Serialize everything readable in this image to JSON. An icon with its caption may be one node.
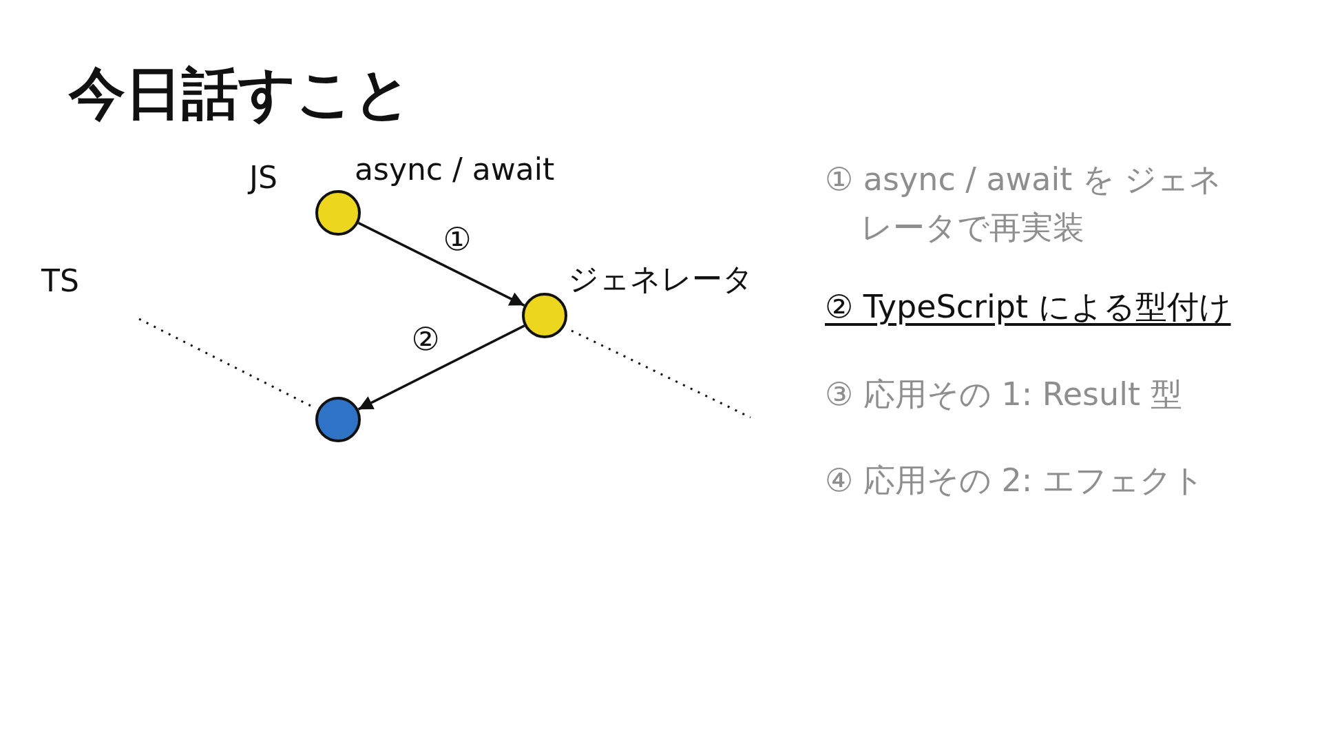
{
  "diagram": {
    "title": "今日話すこと",
    "nodes": [
      {
        "text": [],
        "shape": "circle",
        "beside": [
          "async / await"
        ]
      },
      {
        "text": [],
        "shape": "circle",
        "beside": [
          "ジェネレータ"
        ]
      },
      {
        "text": [],
        "shape": "circle"
      }
    ],
    "edges": [
      {
        "from": 0,
        "to": 1,
        "arrow": "to",
        "label": "①"
      },
      {
        "from": 1,
        "to": 2,
        "arrow": "to",
        "label": "②"
      }
    ],
    "labels": [
      "JS",
      "TS",
      "① async / await を ジェネレータで再実装",
      "② TypeScript による型付け",
      "③ 応用その 1: Result 型",
      "④ 応用その 2: エフェクト"
    ]
  }
}
